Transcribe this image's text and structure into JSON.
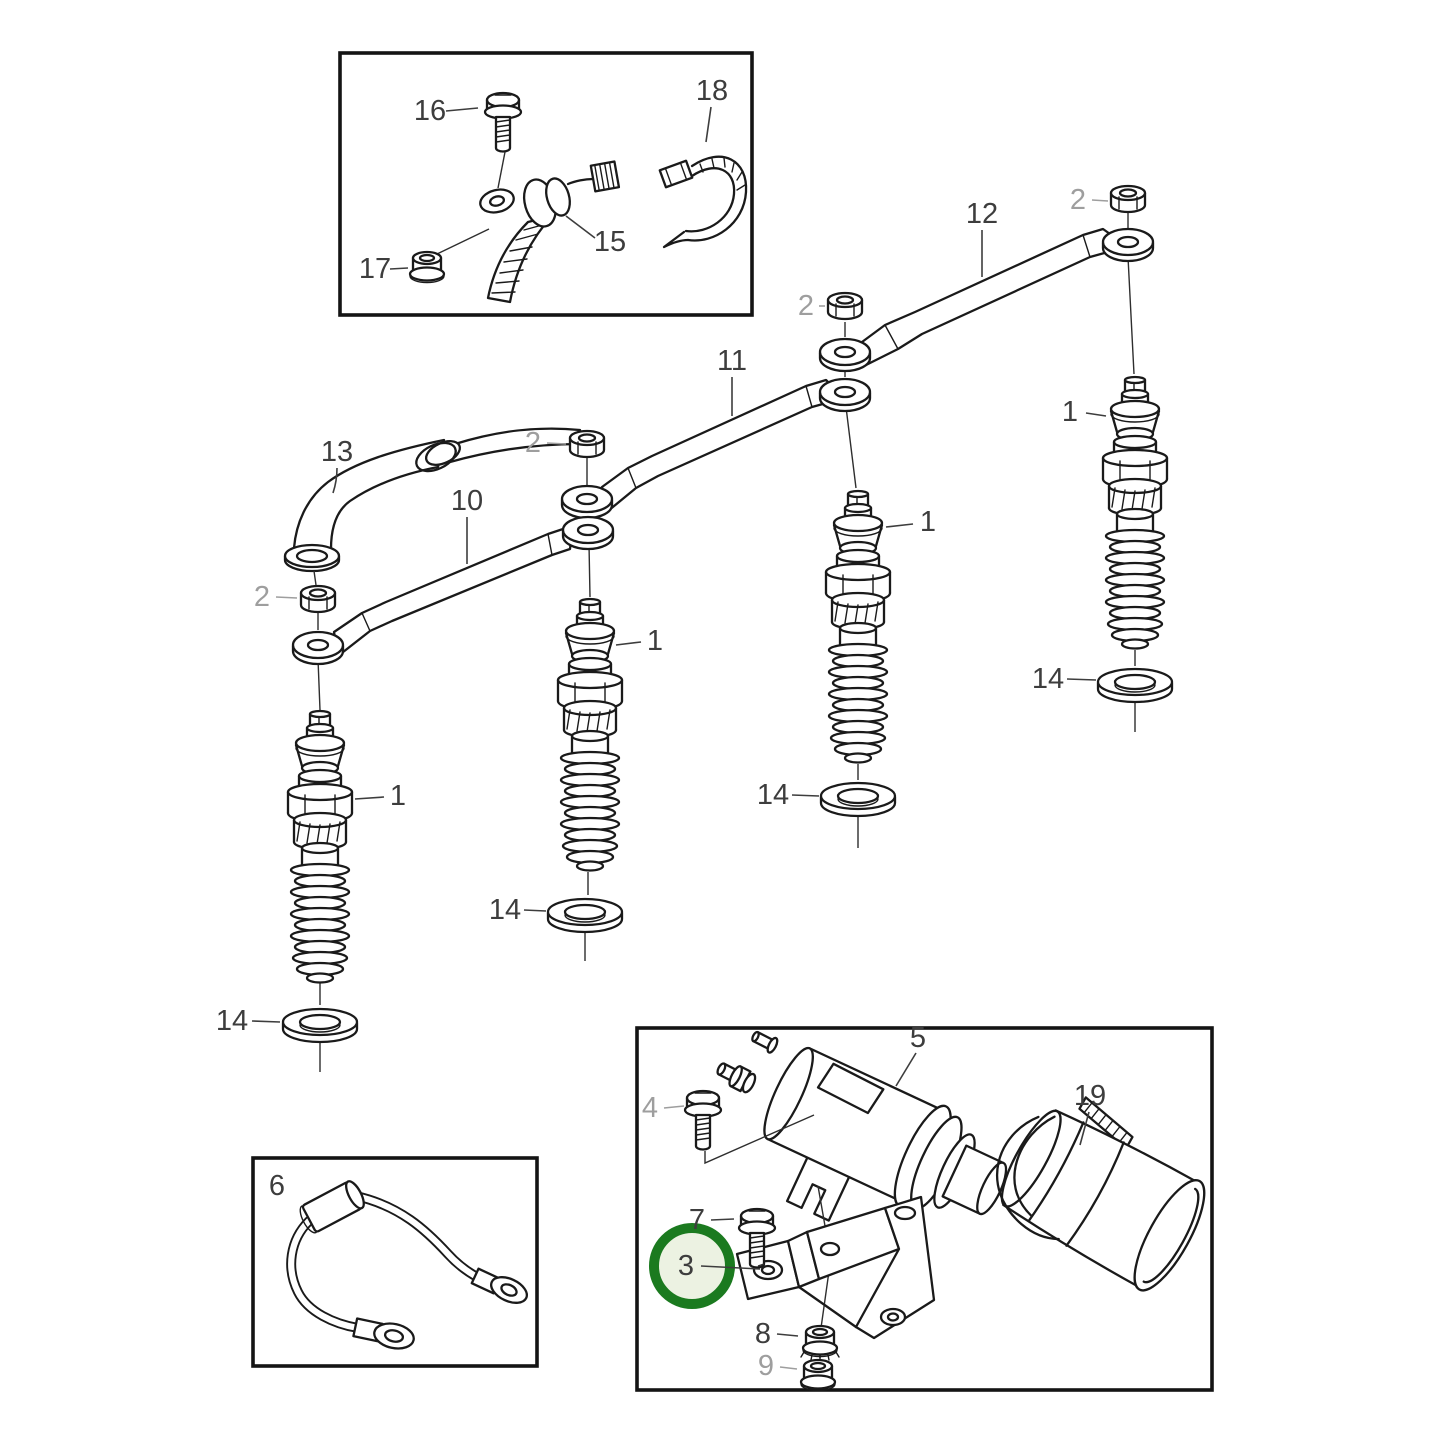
{
  "colors": {
    "background": "#ffffff",
    "line": "#1a1a1a",
    "label": "#3d3d3d",
    "label_muted": "#9e9e9e",
    "highlight_ring": "#1b7a1f",
    "highlight_fill": "#ecf2e2"
  },
  "callouts": {
    "bolt_16": "16",
    "cable_clamp_15": "15",
    "nut_17": "17",
    "cable_tie_18": "18",
    "busbar_12": "12",
    "busbar_11": "11",
    "busbar_10": "10",
    "elbow_13": "13",
    "nut_2_first": "2",
    "nut_2_second": "2",
    "nut_2_third": "2",
    "nut_2_fourth": "2",
    "glow_plug_1_first": "1",
    "glow_plug_1_second": "1",
    "glow_plug_1_third": "1",
    "glow_plug_1_fourth": "1",
    "washer_14_first": "14",
    "washer_14_second": "14",
    "washer_14_third": "14",
    "washer_14_fourth": "14",
    "cable_6": "6",
    "relay_5": "5",
    "bolt_4": "4",
    "cover_19": "19",
    "bolt_7": "7",
    "bracket_3": "3",
    "nut_8": "8",
    "nut_9": "9"
  }
}
